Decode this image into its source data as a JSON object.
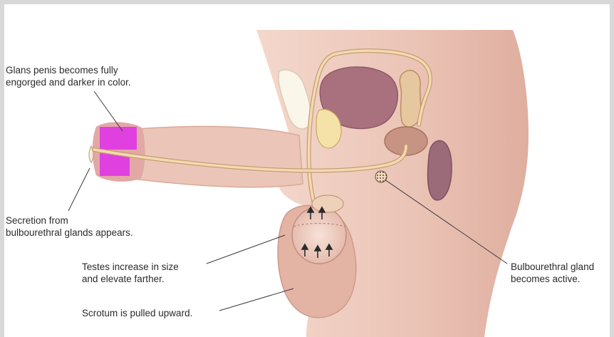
{
  "labels": {
    "glans": {
      "line1": "Glans penis becomes fully",
      "line2": "engorged and darker in color."
    },
    "secretion": {
      "line1": "Secretion from",
      "line2": "bulbourethral glands appears."
    },
    "testes": {
      "line1": "Testes increase in size",
      "line2": "and elevate farther."
    },
    "scrotum": {
      "line1": "Scrotum is pulled upward."
    },
    "bulbourethral": {
      "line1": "Bulbourethral gland",
      "line2": "becomes active."
    }
  },
  "colors": {
    "skin": "#e8bcae",
    "skin_light": "#f2d3c7",
    "skin_shadow": "#d79f92",
    "organ": "#b07a84",
    "organ_dark": "#8e5a66",
    "duct": "#f3d9b3",
    "duct_stroke": "#c79d70",
    "highlight_magenta": "#e040e0",
    "leader_line": "#3a3a3a"
  }
}
